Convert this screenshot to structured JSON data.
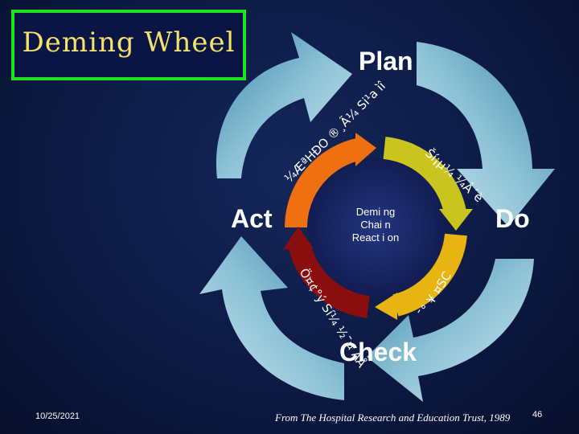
{
  "slide": {
    "title": "Deming Wheel",
    "labels": {
      "plan": "Plan",
      "act": "Act",
      "do": "Do",
      "check": "Check"
    },
    "center": {
      "line1": "Demi ng",
      "line2": "Chai n",
      "line3": "React i on"
    },
    "arc_captions": {
      "act_plan": "¼ÆªHÐO ®¸Ã¼ Si¹a ìî",
      "plan_do": "Ší¡µ¼ ¼Â´è",
      "do_check": "¯° ¥ ¤SC",
      "check_act": "Ö¤¢°ý Sí¼ ½¯¤ ÀÅ"
    },
    "footer": {
      "date": "10/25/2021",
      "source": "From The Hospital Research and Education Trust, 1989",
      "page": "46"
    },
    "colors": {
      "title_border": "#22e022",
      "title_text": "#f3e36a",
      "title_background": "#0b1545",
      "background": "#0c1a44",
      "outer_arrows": "#7fb8cc",
      "arc_plan_do": "#c9c51e",
      "arc_do_check": "#e7b412",
      "arc_check_act": "#8a0e0e",
      "arc_act_plan": "#ee7010",
      "center_disc": "#1b2a6a"
    }
  }
}
